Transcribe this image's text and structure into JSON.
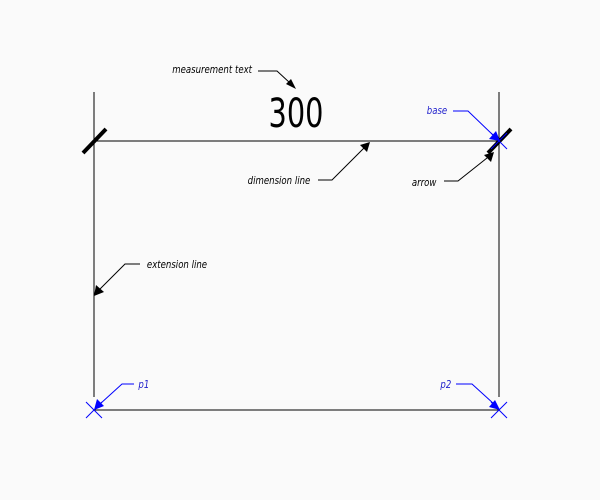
{
  "diagram": {
    "measurement_text": "300",
    "labels": {
      "measurement_text": "measurement text",
      "dimension_line": "dimension line",
      "extension_line": "extension line",
      "arrow": "arrow",
      "base": "base",
      "p1": "p1",
      "p2": "p2"
    }
  },
  "colors": {
    "line": "#000000",
    "annotation_line": "#000000",
    "point_marker": "#0000ff",
    "point_label": "#1f1fcc",
    "background": "#fafafa"
  }
}
